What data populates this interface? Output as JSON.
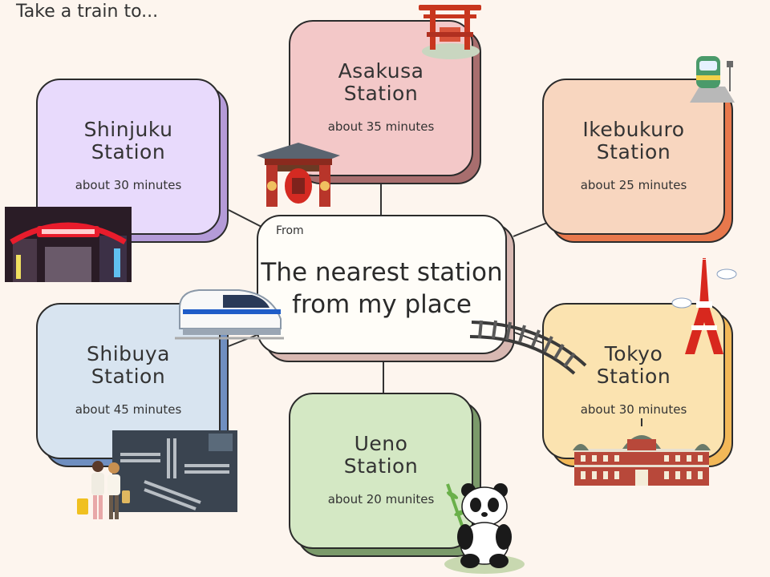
{
  "heading": "Take a train to...",
  "center": {
    "from": "From",
    "title_line1": "The nearest station",
    "title_line2": "from my place"
  },
  "stations": [
    {
      "id": "asakusa",
      "line1": "Asakusa",
      "line2": "Station",
      "time": "about 35 minutes",
      "fill": "#f3c8c8",
      "shadow": "#a86e6e"
    },
    {
      "id": "shinjuku",
      "line1": "Shinjuku",
      "line2": "Station",
      "time": "about 30 minutes",
      "fill": "#e8dafc",
      "shadow": "#b49bd8"
    },
    {
      "id": "ikebukuro",
      "line1": "Ikebukuro",
      "line2": "Station",
      "time": "about 25 minutes",
      "fill": "#f8d6bf",
      "shadow": "#e8784c"
    },
    {
      "id": "shibuya",
      "line1": "Shibuya",
      "line2": "Station",
      "time": "about 45 minutes",
      "fill": "#d8e4f0",
      "shadow": "#6f8fc0"
    },
    {
      "id": "tokyo",
      "line1": "Tokyo",
      "line2": "Station",
      "time": "about 30 minutes",
      "fill": "#fbe3b0",
      "shadow": "#f2b858"
    },
    {
      "id": "ueno",
      "line1": "Ueno",
      "line2": "Station",
      "time": "about 20 munites",
      "fill": "#d4e8c4",
      "shadow": "#7b9a6a"
    }
  ]
}
